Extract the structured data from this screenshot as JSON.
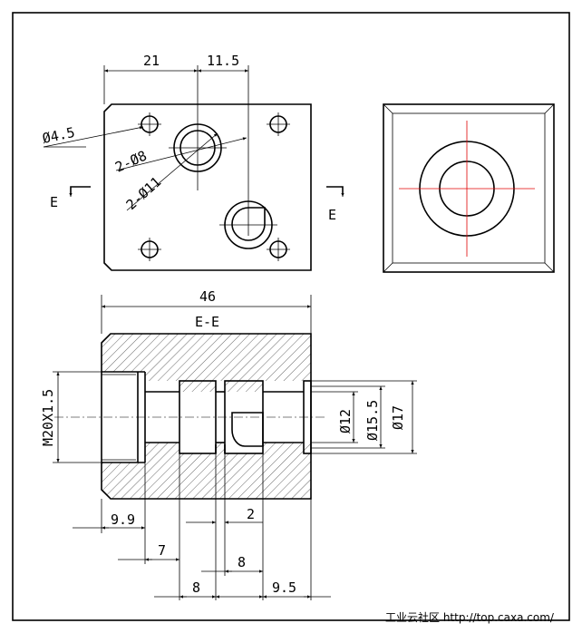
{
  "drawing": {
    "section_title": "E-E",
    "section_mark_left": "E",
    "section_mark_right": "E",
    "dims": {
      "d21": "21",
      "d11_5": "11.5",
      "d46": "46",
      "d4_5": "Ø4.5",
      "d2_8": "2-Ø8",
      "d2_11": "2-Ø11",
      "thread": "M20X1.5",
      "d12": "Ø12",
      "d15_5": "Ø15.5",
      "d17": "Ø17",
      "d9_9": "9.9",
      "d2": "2",
      "d7": "7",
      "d8a": "8",
      "d8b": "8",
      "d9_5": "9.5"
    }
  },
  "watermark": {
    "text": "工业云社区 http://top.caxa.com/"
  },
  "colors": {
    "line": "#000000",
    "centerline_red": "#e00000",
    "background": "#ffffff"
  }
}
